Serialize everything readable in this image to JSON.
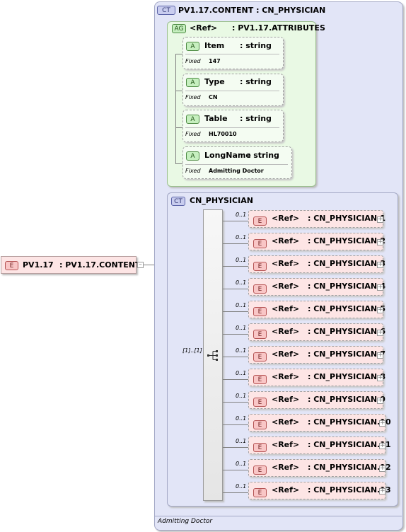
{
  "root": {
    "badge": "E",
    "name": "PV1.17",
    "type": ": PV1.17.CONTENT"
  },
  "content": {
    "badge": "CT",
    "title": "PV1.17.CONTENT : CN_PHYSICIAN",
    "annotation": "Admitting Doctor"
  },
  "attr_group": {
    "badge": "AG",
    "ref": "<Ref>",
    "type": ": PV1.17.ATTRIBUTES"
  },
  "attributes": [
    {
      "badge": "A",
      "name": "Item",
      "type": ": string",
      "fixed_label": "Fixed",
      "value": "147"
    },
    {
      "badge": "A",
      "name": "Type",
      "type": ": string",
      "fixed_label": "Fixed",
      "value": "CN"
    },
    {
      "badge": "A",
      "name": "Table",
      "type": ": string",
      "fixed_label": "Fixed",
      "value": "HL70010"
    },
    {
      "badge": "A",
      "name": "LongName",
      "type": ": string",
      "fixed_label": "Fixed",
      "value": "Admitting Doctor"
    }
  ],
  "physician_type": {
    "badge": "CT",
    "title": "CN_PHYSICIAN",
    "sequence_occurrence": "[1]..[1]"
  },
  "elements": [
    {
      "badge": "E",
      "ref": "<Ref>",
      "type": ": CN_PHYSICIAN.1",
      "occurrence": "0..1"
    },
    {
      "badge": "E",
      "ref": "<Ref>",
      "type": ": CN_PHYSICIAN.2",
      "occurrence": "0..1"
    },
    {
      "badge": "E",
      "ref": "<Ref>",
      "type": ": CN_PHYSICIAN.3",
      "occurrence": "0..1"
    },
    {
      "badge": "E",
      "ref": "<Ref>",
      "type": ": CN_PHYSICIAN.4",
      "occurrence": "0..1"
    },
    {
      "badge": "E",
      "ref": "<Ref>",
      "type": ": CN_PHYSICIAN.5",
      "occurrence": "0..1"
    },
    {
      "badge": "E",
      "ref": "<Ref>",
      "type": ": CN_PHYSICIAN.6",
      "occurrence": "0..1"
    },
    {
      "badge": "E",
      "ref": "<Ref>",
      "type": ": CN_PHYSICIAN.7",
      "occurrence": "0..1"
    },
    {
      "badge": "E",
      "ref": "<Ref>",
      "type": ": CN_PHYSICIAN.8",
      "occurrence": "0..1"
    },
    {
      "badge": "E",
      "ref": "<Ref>",
      "type": ": CN_PHYSICIAN.9",
      "occurrence": "0..1"
    },
    {
      "badge": "E",
      "ref": "<Ref>",
      "type": ": CN_PHYSICIAN.10",
      "occurrence": "0..1"
    },
    {
      "badge": "E",
      "ref": "<Ref>",
      "type": ": CN_PHYSICIAN.11",
      "occurrence": "0..1"
    },
    {
      "badge": "E",
      "ref": "<Ref>",
      "type": ": CN_PHYSICIAN.12",
      "occurrence": "0..1"
    },
    {
      "badge": "E",
      "ref": "<Ref>",
      "type": ": CN_PHYSICIAN.13",
      "occurrence": "0..1"
    }
  ],
  "icons": {
    "expand": "plus-box-icon",
    "collapse": "minus-box-icon",
    "sequence": "sequence-icon"
  }
}
